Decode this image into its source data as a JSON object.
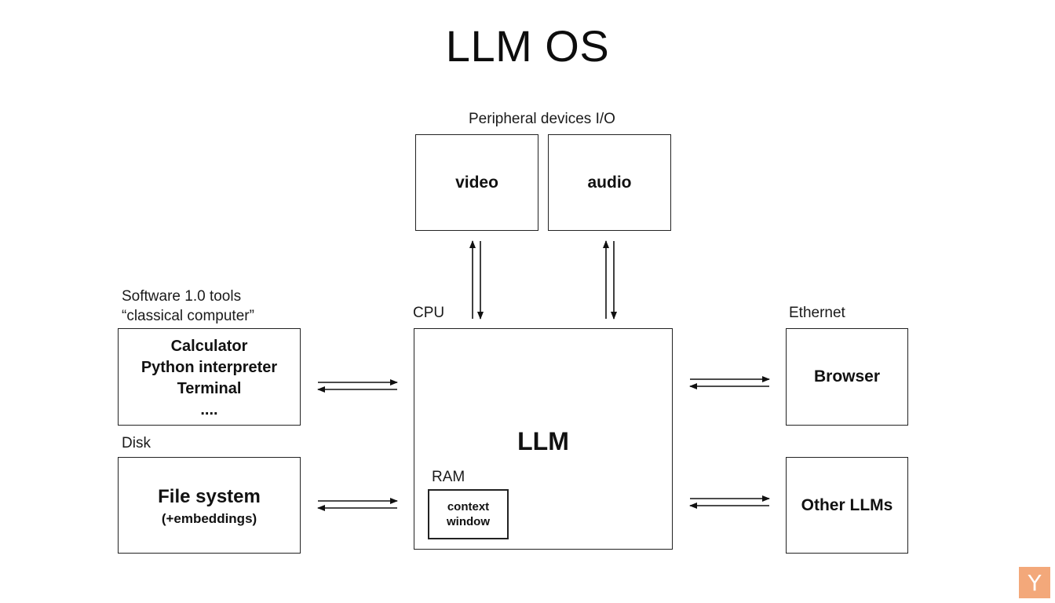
{
  "title": "LLM OS",
  "peripheral": {
    "label": "Peripheral devices I/O",
    "video": "video",
    "audio": "audio"
  },
  "cpu": {
    "label": "CPU",
    "llm": "LLM",
    "ram_label": "RAM",
    "context_line1": "context",
    "context_line2": "window"
  },
  "software": {
    "label_line1": "Software 1.0 tools",
    "label_line2": "“classical computer”",
    "items": [
      "Calculator",
      "Python interpreter",
      "Terminal",
      "...."
    ]
  },
  "disk": {
    "label": "Disk",
    "title": "File system",
    "subtitle": "(+embeddings)"
  },
  "ethernet": {
    "label": "Ethernet",
    "browser": "Browser",
    "other": "Other LLMs"
  },
  "logo": {
    "letter": "Y",
    "color": "#f3a87a"
  }
}
